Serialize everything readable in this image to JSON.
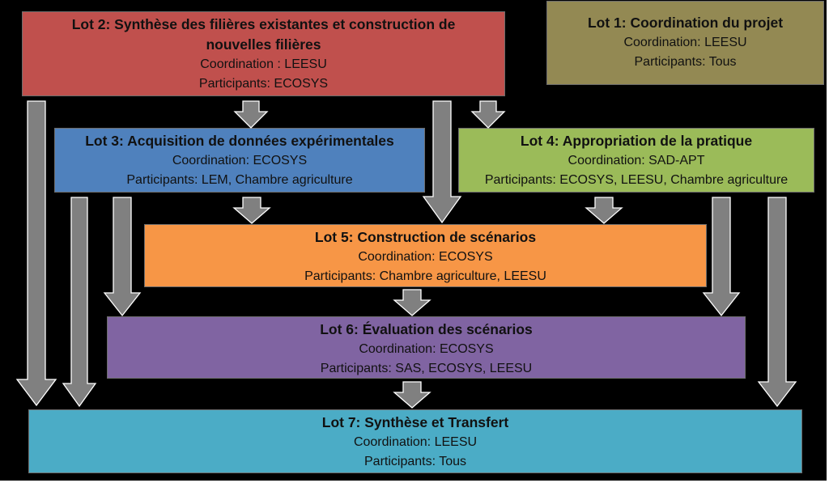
{
  "lots": {
    "lot1": {
      "title": "Lot 1: Coordination du projet",
      "coordination": "Coordination: LEESU",
      "participants": "Participants: Tous",
      "color": "#938953"
    },
    "lot2": {
      "title_line1": "Lot 2: Synthèse des filières existantes et construction de",
      "title_line2": "nouvelles filières",
      "coordination": "Coordination : LEESU",
      "participants": "Participants: ECOSYS",
      "color": "#c0504d"
    },
    "lot3": {
      "title": "Lot 3: Acquisition de données expérimentales",
      "coordination": "Coordination: ECOSYS",
      "participants": "Participants: LEM, Chambre agriculture",
      "color": "#4f81bd"
    },
    "lot4": {
      "title": "Lot 4: Appropriation de la pratique",
      "coordination": "Coordination: SAD-APT",
      "participants": "Participants: ECOSYS, LEESU, Chambre agriculture",
      "color": "#9bbb59"
    },
    "lot5": {
      "title": "Lot 5: Construction de scénarios",
      "coordination": "Coordination: ECOSYS",
      "participants": "Participants:  Chambre agriculture, LEESU",
      "color": "#f79646"
    },
    "lot6": {
      "title": "Lot 6: Évaluation des scénarios",
      "coordination": "Coordination: ECOSYS",
      "participants": "Participants:  SAS, ECOSYS, LEESU",
      "color": "#8064a2"
    },
    "lot7": {
      "title": "Lot 7: Synthèse et Transfert",
      "coordination": "Coordination: LEESU",
      "participants": "Participants: Tous",
      "color": "#4bacc6"
    }
  },
  "arrow_color": "#808080"
}
